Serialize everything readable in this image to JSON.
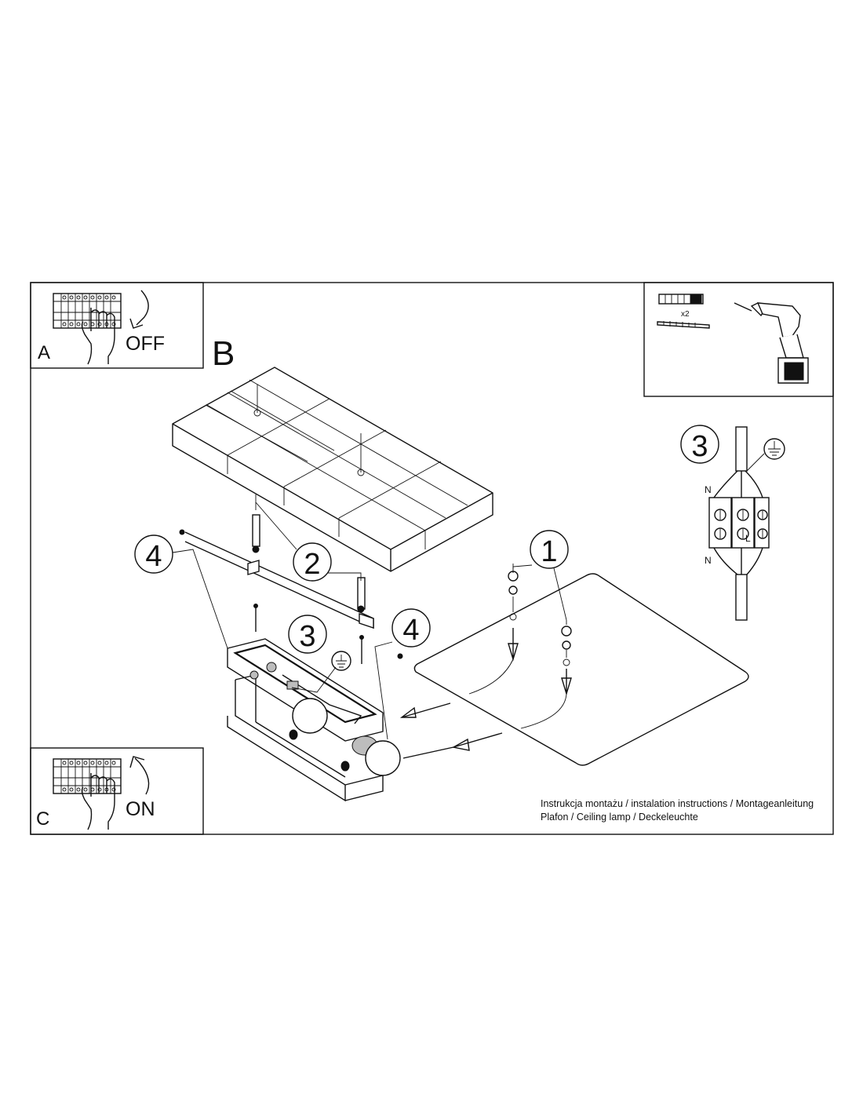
{
  "panel_a": {
    "letter": "A",
    "state": "OFF"
  },
  "panel_c": {
    "letter": "C",
    "state": "ON"
  },
  "main": {
    "step_letter": "B"
  },
  "callouts": {
    "one": "1",
    "two": "2",
    "three": "3",
    "four": "4"
  },
  "tools": {
    "quantity": "x2"
  },
  "wiring": {
    "neutral_top": "N",
    "neutral_bottom": "N",
    "live": "L"
  },
  "footer": {
    "line1": "Instrukcja montażu / instalation instructions / Montageanleitung",
    "line2": "Plafon / Ceiling lamp / Deckeleuchte"
  },
  "icons": [
    "circuit-breaker-icon",
    "hand-icon",
    "arrow-down-icon",
    "arrow-up-icon",
    "ground-symbol-icon",
    "drill-icon",
    "wall-plug-icon",
    "screw-icon"
  ]
}
